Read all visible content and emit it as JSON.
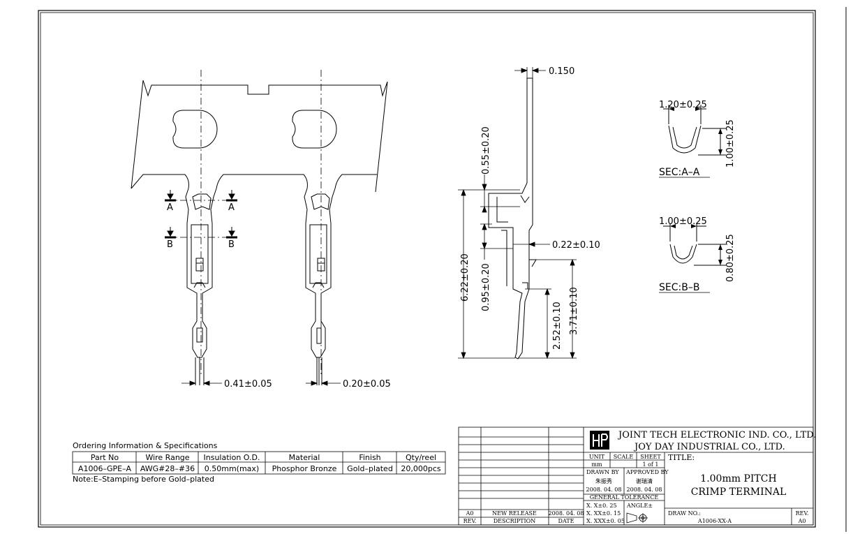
{
  "drawing": {
    "dims": {
      "thickness": "0.150",
      "dim_055": "0.55±0.20",
      "dim_622": "6.22±0.20",
      "dim_095": "0.95±0.20",
      "dim_022": "0.22±0.10",
      "dim_252": "2.52±0.10",
      "dim_371": "3.71±0.10",
      "width_041": "0.41±0.05",
      "width_020": "0.20±0.05"
    },
    "section_marks": {
      "a": "A",
      "b": "B"
    },
    "sections": {
      "aa": {
        "width": "1.20±0.25",
        "height": "1.00±0.25",
        "label": "SEC:A–A"
      },
      "bb": {
        "width": "1.00±0.25",
        "height": "0.80±0.25",
        "label": "SEC:B–B"
      }
    }
  },
  "ordering": {
    "heading": "Ordering Information & Specifications",
    "columns": [
      "Part No",
      "Wire Range",
      "Insulation O.D.",
      "Material",
      "Finish",
      "Qty/reel"
    ],
    "row": [
      "A1006–GPE–A",
      "AWG#28–#36",
      "0.50mm(max)",
      "Phosphor Bronze",
      "Gold–plated",
      "20,000pcs"
    ],
    "note": "Note:E–Stamping before Gold–plated"
  },
  "title_block": {
    "company_1": "JOINT TECH ELECTRONIC IND. CO., LTD.",
    "company_2": "JOY DAY INDUSTRIAL CO., LTD.",
    "unit_label": "UNIT",
    "unit_value": "mm",
    "scale_label": "SCALE",
    "sheet_label": "SHEET",
    "sheet_value": "1 of 1",
    "drawn_by_label": "DRAWN BY",
    "drawn_by_name": "朱振秀",
    "drawn_by_date": "2008. 04. 08",
    "approved_by_label": "APPROVED BY",
    "approved_by_name": "谢瑞清",
    "approved_by_date": "2008. 04. 08",
    "tolerance_label": "GENERAL TOLERANCE",
    "tol_1": "X. X±0. 25",
    "tol_2": "X. XX±0. 15",
    "tol_3": "X. XXX±0. 05",
    "angle_label": "ANGLE±",
    "title_label": "TITLE:",
    "title_line_1": "1.00mm PITCH",
    "title_line_2": "CRIMP TERMINAL",
    "drawing_no_label": "DRAW NO.:",
    "drawing_no": "A1006-XX-A",
    "rev_label": "REV.",
    "rev_value": "A0",
    "revision_rev": "A0",
    "revision_description": "NEW RELEASE",
    "revision_date": "2008. 04. 08",
    "rev_col_label": "REV.",
    "desc_col_label": "DESCRIPTION",
    "date_col_label": "DATE"
  }
}
